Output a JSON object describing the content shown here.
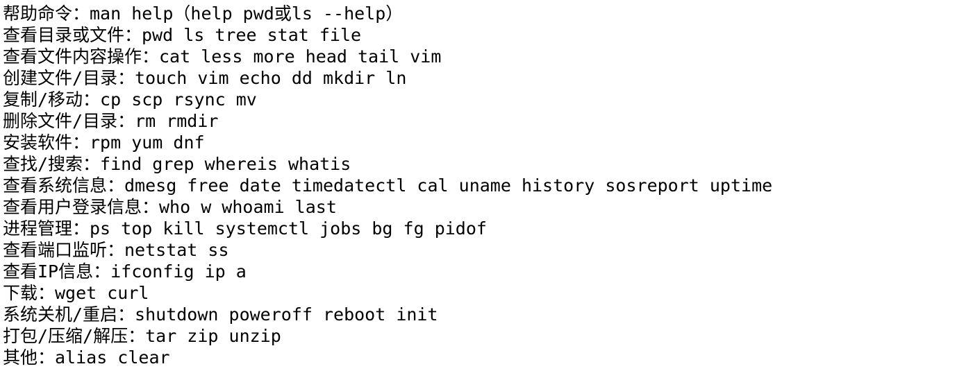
{
  "lines": [
    "帮助命令：man help（help pwd或ls --help）",
    "查看目录或文件：pwd ls tree stat file",
    "查看文件内容操作：cat less more head tail vim",
    "创建文件/目录：touch vim echo dd mkdir ln",
    "复制/移动：cp scp rsync mv",
    "删除文件/目录：rm rmdir",
    "安装软件：rpm yum dnf",
    "查找/搜索：find grep whereis whatis",
    "查看系统信息：dmesg free date timedatectl cal uname history sosreport uptime",
    "查看用户登录信息：who w whoami last",
    "进程管理：ps top kill systemctl jobs bg fg pidof",
    "查看端口监听：netstat ss",
    "查看IP信息：ifconfig ip a",
    "下载：wget curl",
    "系统关机/重启：shutdown poweroff reboot init",
    "打包/压缩/解压：tar zip unzip",
    "其他：alias clear"
  ]
}
